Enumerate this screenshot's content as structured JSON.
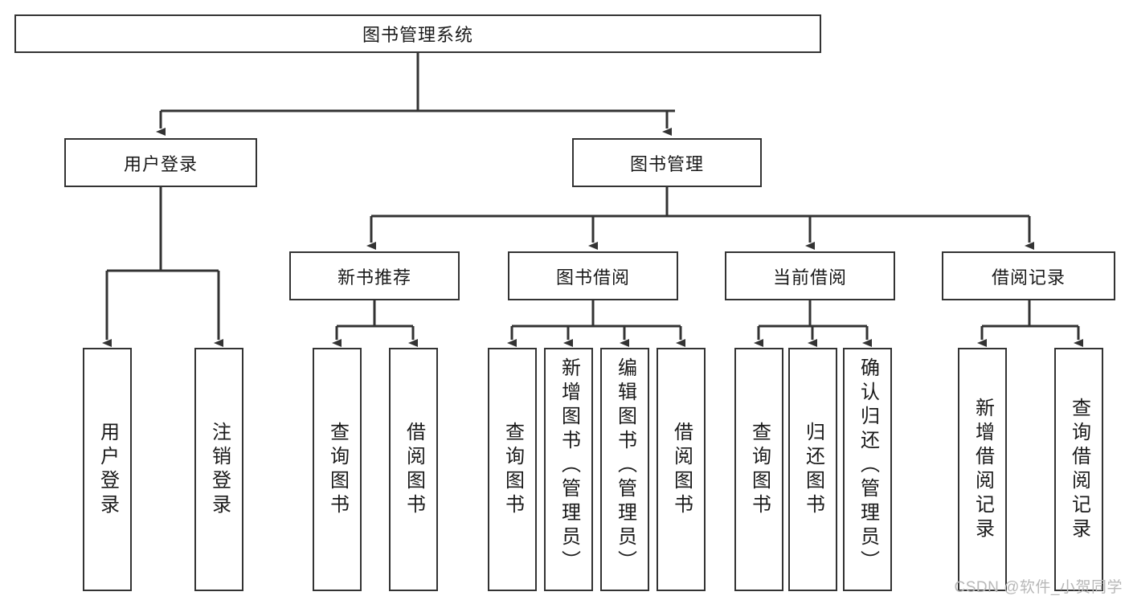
{
  "diagram": {
    "title": "图书管理系统",
    "type": "tree-hierarchy-diagram",
    "watermark": "CSDN @软件_小贺同学",
    "colors": {
      "box_border": "#333333",
      "box_fill": "#ffffff",
      "line": "#333333",
      "text": "#1a1a1a",
      "watermark": "#b8b8b8"
    },
    "root": {
      "label": "图书管理系统"
    },
    "level2": [
      {
        "id": "user-login",
        "label": "用户登录"
      },
      {
        "id": "book-management",
        "label": "图书管理"
      }
    ],
    "level3": [
      {
        "id": "new-book-recommend",
        "label": "新书推荐"
      },
      {
        "id": "book-borrow",
        "label": "图书借阅"
      },
      {
        "id": "current-borrow",
        "label": "当前借阅"
      },
      {
        "id": "borrow-record",
        "label": "借阅记录"
      }
    ],
    "leaves": {
      "user-login": [
        {
          "id": "leaf-user-login",
          "label": "用户登录"
        },
        {
          "id": "leaf-logout-login",
          "label": "注销登录"
        }
      ],
      "new-book-recommend": [
        {
          "id": "leaf-query-book-1",
          "label": "查询图书"
        },
        {
          "id": "leaf-borrow-book-1",
          "label": "借阅图书"
        }
      ],
      "book-borrow": [
        {
          "id": "leaf-query-book-2",
          "label": "查询图书"
        },
        {
          "id": "leaf-add-book",
          "label": "新增图书（管理员）"
        },
        {
          "id": "leaf-edit-book",
          "label": "编辑图书（管理员）"
        },
        {
          "id": "leaf-borrow-book-2",
          "label": "借阅图书"
        }
      ],
      "current-borrow": [
        {
          "id": "leaf-query-book-3",
          "label": "查询图书"
        },
        {
          "id": "leaf-return-book",
          "label": "归还图书"
        },
        {
          "id": "leaf-confirm-return",
          "label": "确认归还（管理员）"
        }
      ],
      "borrow-record": [
        {
          "id": "leaf-add-record",
          "label": "新增借阅记录"
        },
        {
          "id": "leaf-query-record",
          "label": "查询借阅记录"
        }
      ]
    }
  }
}
